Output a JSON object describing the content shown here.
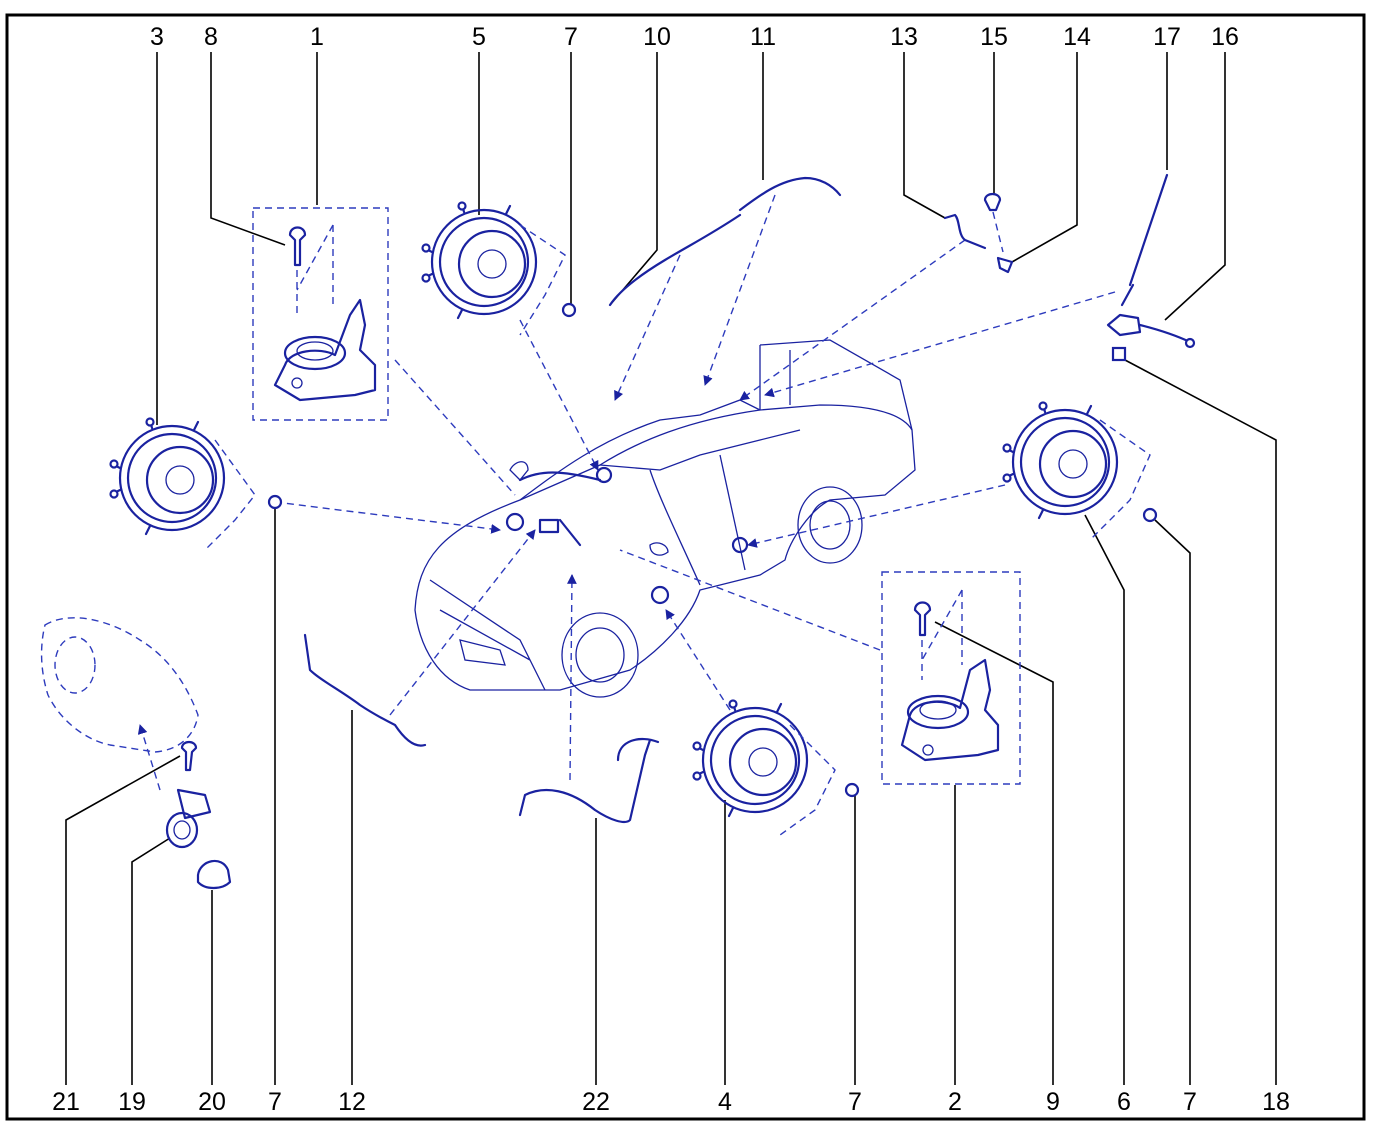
{
  "diagram": {
    "callouts_top": [
      "3",
      "8",
      "1",
      "5",
      "7",
      "10",
      "11",
      "13",
      "15",
      "14",
      "17",
      "16"
    ],
    "callouts_bottom": [
      "21",
      "19",
      "20",
      "7",
      "12",
      "22",
      "4",
      "7",
      "2",
      "9",
      "6",
      "7",
      "18"
    ],
    "colors": {
      "frame": "#000000",
      "leader_lines": "#000000",
      "parts": "#1a22a0",
      "hidden_lines": "#2d3bbd",
      "background": "#ffffff"
    },
    "icons": {
      "speakers": "round-speaker-icon",
      "tweeter_units": "tweeter-bracket-icon",
      "antenna": "roof-antenna-icon",
      "vehicle": "pickup-truck-icon"
    }
  }
}
